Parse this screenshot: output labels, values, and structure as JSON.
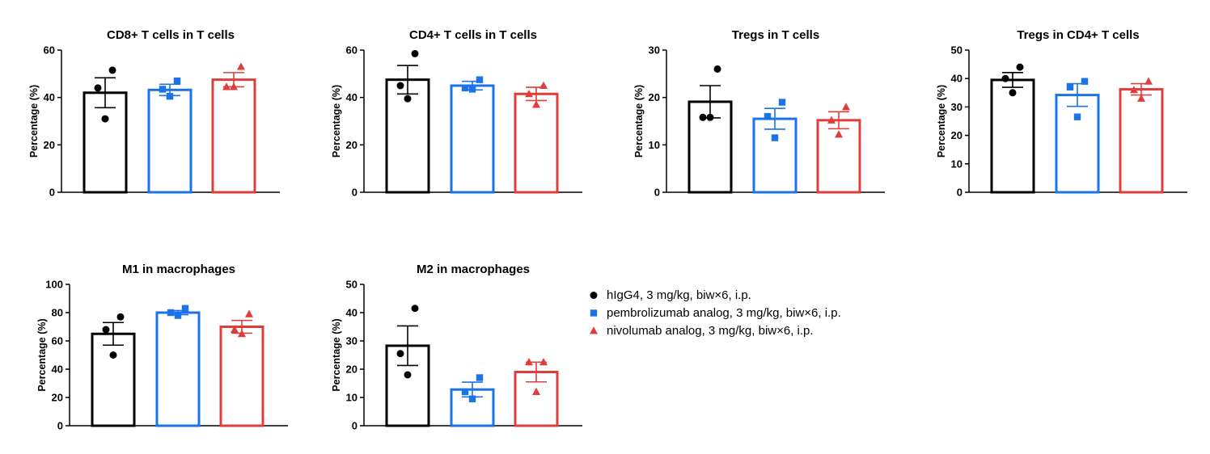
{
  "legend": {
    "items": [
      {
        "label": "hIgG4, 3 mg/kg, biw×6, i.p.",
        "color": "#000000",
        "marker": "circle"
      },
      {
        "label": "pembrolizumab analog, 3 mg/kg, biw×6, i.p.",
        "color": "#1a73e8",
        "marker": "square"
      },
      {
        "label": "nivolumab analog, 3 mg/kg, biw×6, i.p.",
        "color": "#e03c3c",
        "marker": "triangle"
      }
    ]
  },
  "chart_data": [
    {
      "type": "bar",
      "title": "CD8+ T cells in T cells",
      "ylabel": "Percentage (%)",
      "ylim": [
        0,
        60
      ],
      "yticks": [
        0,
        20,
        40,
        60
      ],
      "series": [
        {
          "name": "hIgG4, 3 mg/kg, biw×6, i.p.",
          "mean": 42,
          "sem": 6.3,
          "points": [
            31,
            44,
            51.5
          ]
        },
        {
          "name": "pembrolizumab analog, 3 mg/kg, biw×6, i.p.",
          "mean": 43.2,
          "sem": 2.4,
          "points": [
            40.5,
            43.5,
            47
          ]
        },
        {
          "name": "nivolumab analog, 3 mg/kg, biw×6, i.p.",
          "mean": 47.5,
          "sem": 3,
          "points": [
            44.5,
            44.5,
            53
          ]
        }
      ]
    },
    {
      "type": "bar",
      "title": "CD4+ T cells in T cells",
      "ylabel": "Percentage (%)",
      "ylim": [
        0,
        60
      ],
      "yticks": [
        0,
        20,
        40,
        60
      ],
      "series": [
        {
          "name": "hIgG4, 3 mg/kg, biw×6, i.p.",
          "mean": 47.5,
          "sem": 6,
          "points": [
            39.5,
            45,
            58.5
          ]
        },
        {
          "name": "pembrolizumab analog, 3 mg/kg, biw×6, i.p.",
          "mean": 45,
          "sem": 1.8,
          "points": [
            43.5,
            44,
            47.5
          ]
        },
        {
          "name": "nivolumab analog, 3 mg/kg, biw×6, i.p.",
          "mean": 41.5,
          "sem": 2.8,
          "points": [
            37,
            41.5,
            45
          ]
        }
      ]
    },
    {
      "type": "bar",
      "title": "Tregs in T cells",
      "ylabel": "Percentage (%)",
      "ylim": [
        0,
        30
      ],
      "yticks": [
        0,
        10,
        20,
        30
      ],
      "series": [
        {
          "name": "hIgG4, 3 mg/kg, biw×6, i.p.",
          "mean": 19.1,
          "sem": 3.4,
          "points": [
            15.8,
            15.8,
            26
          ]
        },
        {
          "name": "pembrolizumab analog, 3 mg/kg, biw×6, i.p.",
          "mean": 15.5,
          "sem": 2.2,
          "points": [
            11.5,
            16,
            19
          ]
        },
        {
          "name": "nivolumab analog, 3 mg/kg, biw×6, i.p.",
          "mean": 15.2,
          "sem": 1.8,
          "points": [
            12.2,
            15.2,
            18
          ]
        }
      ]
    },
    {
      "type": "bar",
      "title": "Tregs in CD4+ T cells",
      "ylabel": "Percentage (%)",
      "ylim": [
        0,
        50
      ],
      "yticks": [
        0,
        10,
        20,
        30,
        40,
        50
      ],
      "series": [
        {
          "name": "hIgG4, 3 mg/kg, biw×6, i.p.",
          "mean": 39.5,
          "sem": 2.6,
          "points": [
            35,
            40,
            44
          ]
        },
        {
          "name": "pembrolizumab analog, 3 mg/kg, biw×6, i.p.",
          "mean": 34.2,
          "sem": 4,
          "points": [
            26.5,
            37,
            39
          ]
        },
        {
          "name": "nivolumab analog, 3 mg/kg, biw×6, i.p.",
          "mean": 36.2,
          "sem": 2,
          "points": [
            33,
            36,
            39
          ]
        }
      ]
    },
    {
      "type": "bar",
      "title": "M1 in macrophages",
      "ylabel": "Percentage (%)",
      "ylim": [
        0,
        100
      ],
      "yticks": [
        0,
        20,
        40,
        60,
        80,
        100
      ],
      "series": [
        {
          "name": "hIgG4, 3 mg/kg, biw×6, i.p.",
          "mean": 65,
          "sem": 8,
          "points": [
            50,
            68,
            77
          ]
        },
        {
          "name": "pembrolizumab analog, 3 mg/kg, biw×6, i.p.",
          "mean": 80,
          "sem": 1.5,
          "points": [
            78,
            80,
            83
          ]
        },
        {
          "name": "nivolumab analog, 3 mg/kg, biw×6, i.p.",
          "mean": 70,
          "sem": 4.5,
          "points": [
            65,
            68,
            79
          ]
        }
      ]
    },
    {
      "type": "bar",
      "title": "M2 in macrophages",
      "ylabel": "Percentage (%)",
      "ylim": [
        0,
        50
      ],
      "yticks": [
        0,
        10,
        20,
        30,
        40,
        50
      ],
      "series": [
        {
          "name": "hIgG4, 3 mg/kg, biw×6, i.p.",
          "mean": 28.3,
          "sem": 7,
          "points": [
            18,
            25.5,
            41.5
          ]
        },
        {
          "name": "pembrolizumab analog, 3 mg/kg, biw×6, i.p.",
          "mean": 12.8,
          "sem": 2.6,
          "points": [
            9.5,
            12,
            17
          ]
        },
        {
          "name": "nivolumab analog, 3 mg/kg, biw×6, i.p.",
          "mean": 19,
          "sem": 3.5,
          "points": [
            12,
            22.5,
            22.5
          ]
        }
      ]
    }
  ]
}
